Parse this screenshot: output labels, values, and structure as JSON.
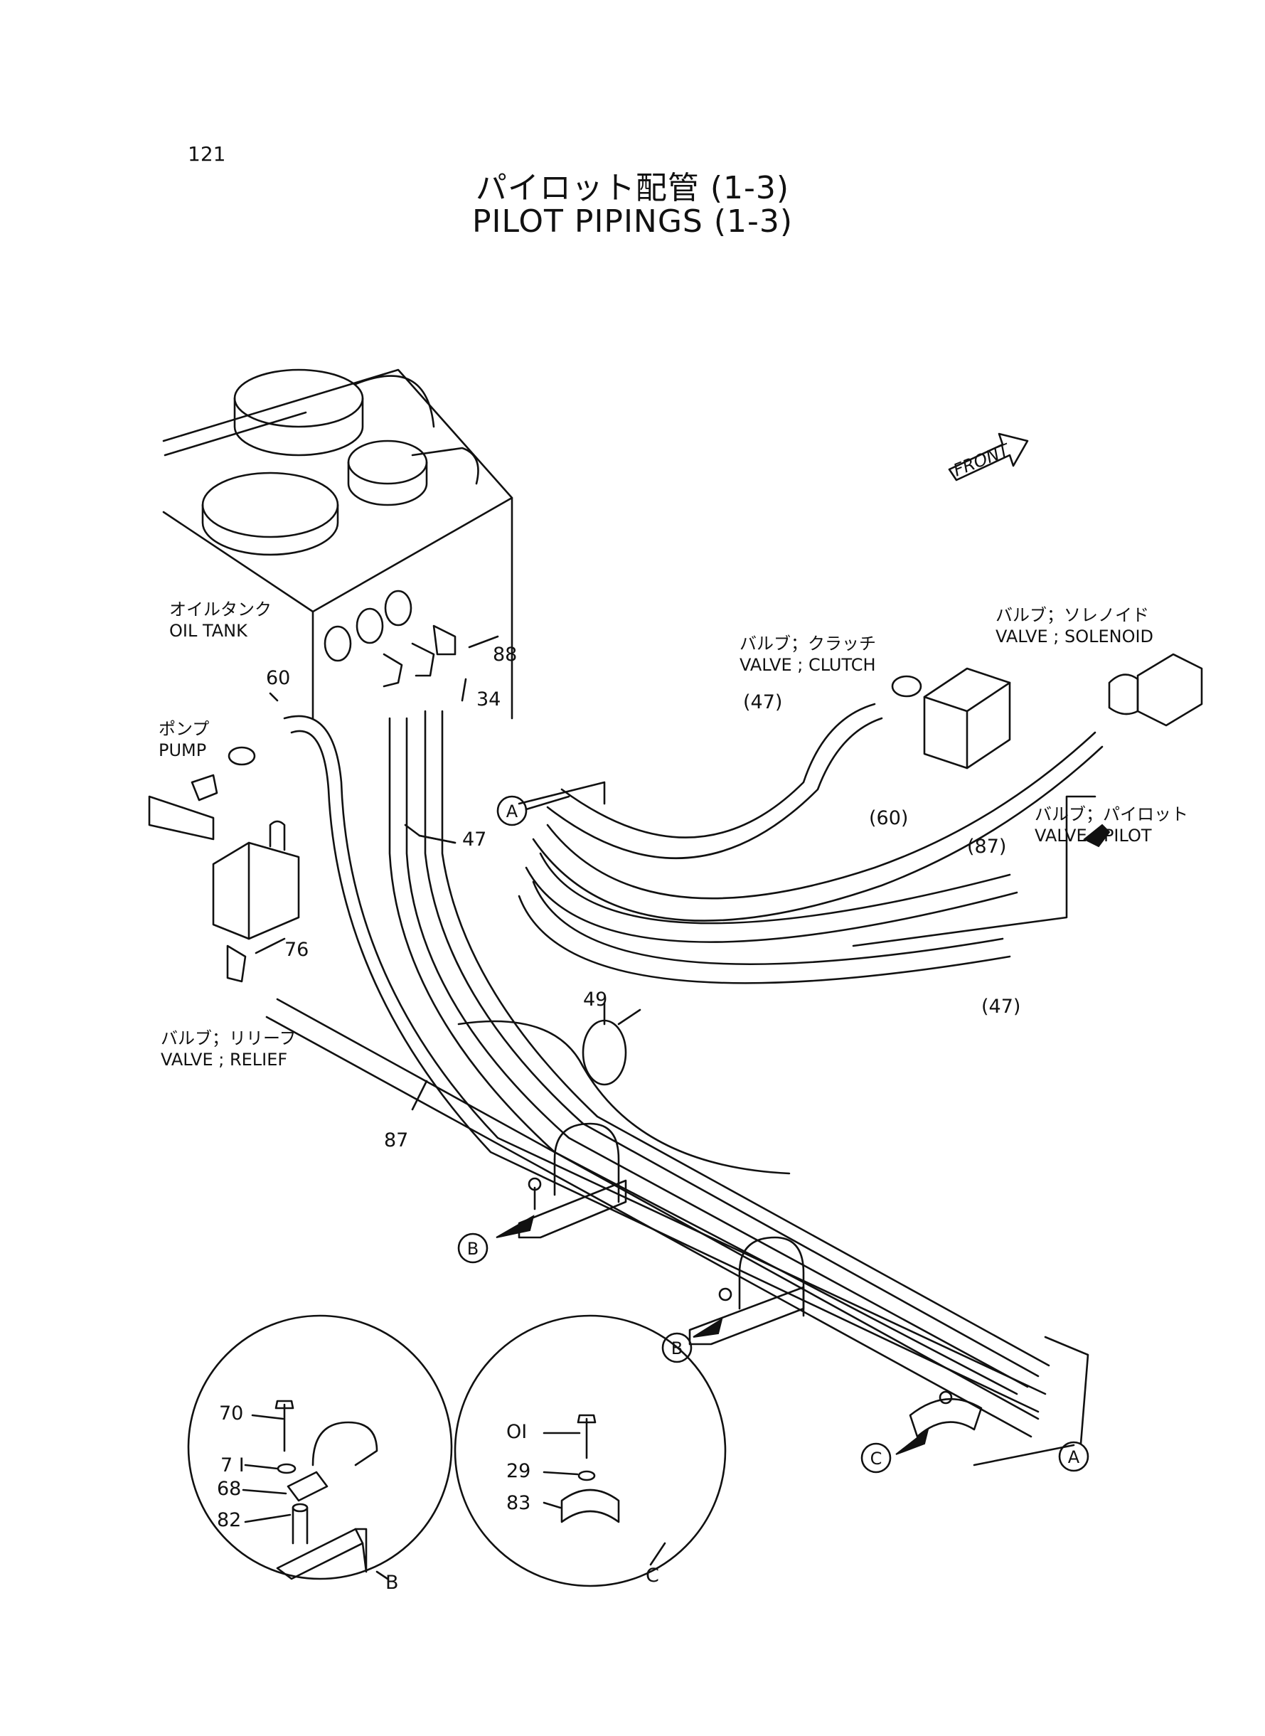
{
  "page_number": "121",
  "title_jp": "パイロット配管 (1-3)",
  "title_en": "PILOT PIPINGS (1-3)",
  "front_label": "FRONT",
  "components": {
    "oil_tank": {
      "jp": "オイルタンク",
      "en": "OIL TANK"
    },
    "pump": {
      "jp": "ポンプ",
      "en": "PUMP"
    },
    "relief_valve": {
      "jp": "バルブ；リリーフ",
      "en": "VALVE ; RELIEF"
    },
    "clutch_valve": {
      "jp": "バルブ；クラッチ",
      "en": "VALVE ; CLUTCH"
    },
    "solenoid_valve": {
      "jp": "バルブ；ソレノイド",
      "en": "VALVE ; SOLENOID"
    },
    "pilot_valve": {
      "jp": "バルブ；パイロット",
      "en": "VALVE ; PILOT"
    }
  },
  "part_numbers": {
    "p60": "60",
    "p88": "88",
    "p34": "34",
    "p47": "47",
    "p76": "76",
    "p49": "49",
    "p87": "87",
    "p47_paren_a": "(47)",
    "p60_paren": "(60)",
    "p87_paren": "(87)",
    "p47_paren_b": "(47)"
  },
  "callouts": {
    "a": "A",
    "b": "B",
    "c": "C"
  },
  "detail_b": {
    "label": "B",
    "parts": [
      "70",
      "7 I",
      "68",
      "82"
    ]
  },
  "detail_c": {
    "label": "C",
    "parts": [
      "OI",
      "29",
      "83"
    ]
  }
}
